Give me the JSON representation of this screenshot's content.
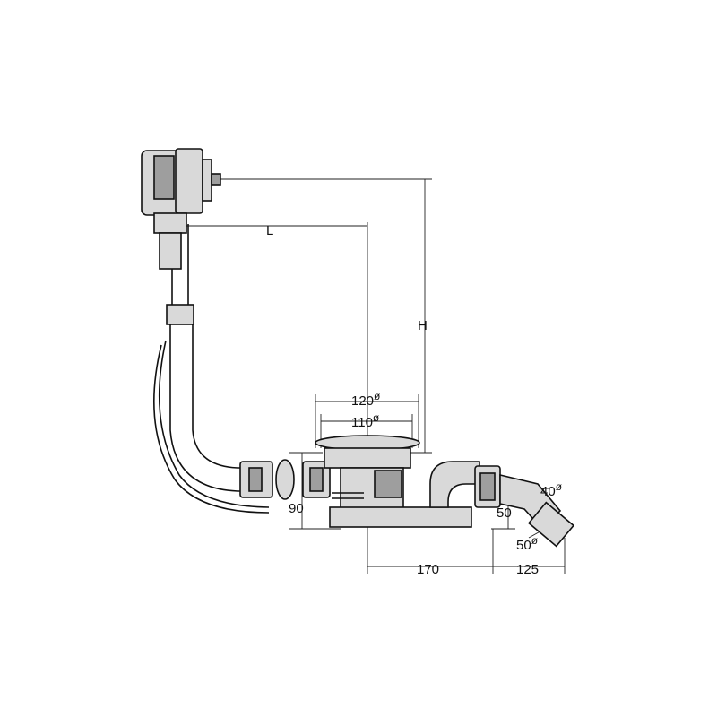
{
  "dimensions": {
    "L": "L",
    "H": "H",
    "d120": "120",
    "d110": "110",
    "d90": "90",
    "d50_vertical": "50",
    "d40": "40",
    "d50_outlet": "50",
    "d170": "170",
    "d125": "125",
    "diameter_symbol": "ø"
  }
}
